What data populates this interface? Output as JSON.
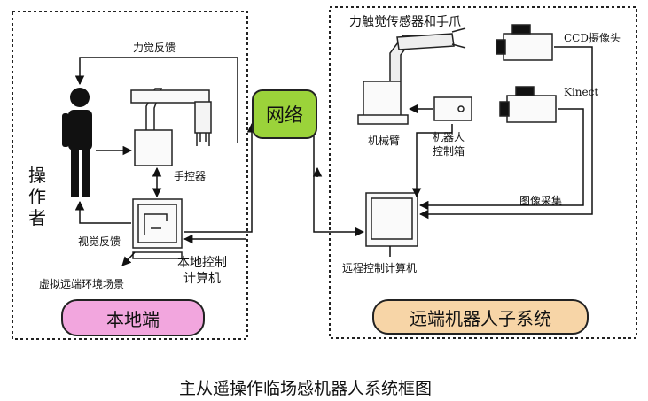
{
  "labels": {
    "force_feedback": "力觉反馈",
    "hand_controller": "手控器",
    "operator": "操作者",
    "visual_feedback": "视觉反馈",
    "virtual_scene": "虚拟远端环境场景",
    "local_computer_line1": "本地控制",
    "local_computer_line2": "计算机",
    "local_end": "本地端",
    "network": "网络",
    "force_sensor_gripper": "力触觉传感器和手爪",
    "ccd_camera": "CCD摄像头",
    "kinect": "Kinect",
    "robot_arm": "机械臂",
    "robot_control_box_line1": "机器人",
    "robot_control_box_line2": "控制箱",
    "image_capture": "图像采集",
    "remote_computer": "远程控制计算机",
    "remote_subsystem": "远端机器人子系统"
  },
  "caption": "主从遥操作临场感机器人系统框图",
  "colors": {
    "local_pill": "#f2a6de",
    "remote_pill": "#f7d5a7",
    "network_box": "#9bd33a"
  }
}
